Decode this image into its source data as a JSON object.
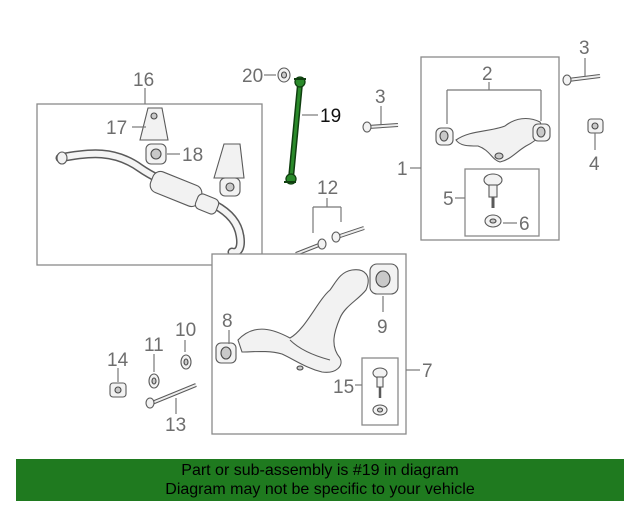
{
  "callouts": {
    "c1": "1",
    "c2": "2",
    "c3a": "3",
    "c3b": "3",
    "c4": "4",
    "c5": "5",
    "c6": "6",
    "c7": "7",
    "c8": "8",
    "c9": "9",
    "c10": "10",
    "c11": "11",
    "c12": "12",
    "c13": "13",
    "c14": "14",
    "c15": "15",
    "c16": "16",
    "c17": "17",
    "c18": "18",
    "c19": "19",
    "c20": "20"
  },
  "highlight": {
    "part": "19",
    "color": "#1f7a1f"
  },
  "banner": {
    "line1": "Part or sub-assembly is #19 in diagram",
    "line2": "Diagram may not be specific to your vehicle",
    "color": "#1f7a1f"
  }
}
